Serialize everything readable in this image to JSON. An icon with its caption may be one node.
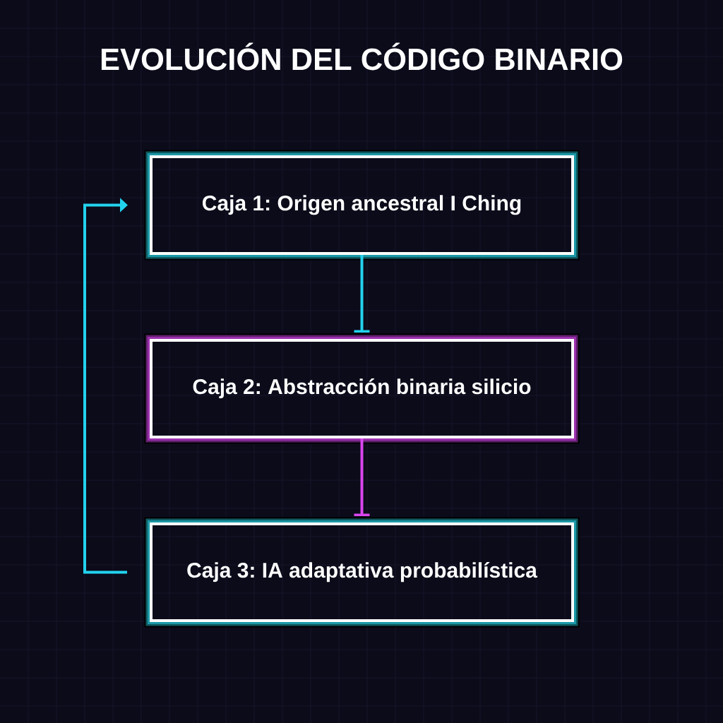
{
  "diagram": {
    "title": "EVOLUCIÓN DEL CÓDIGO BINARIO",
    "nodes": [
      {
        "text": [
          "Caja 1: Origen ancestral I Ching"
        ]
      },
      {
        "text": [
          "Caja 2: Abstracción binaria silicio"
        ]
      },
      {
        "text": [
          "Caja 3: IA adaptativa probabilística"
        ]
      }
    ],
    "edges": [
      {
        "from": 0,
        "to": 1,
        "arrow": "other"
      },
      {
        "from": 1,
        "to": 2,
        "arrow": "other",
        "color": "#d946ef"
      },
      {
        "from": 2,
        "to": 0,
        "arrow": "to"
      }
    ]
  }
}
